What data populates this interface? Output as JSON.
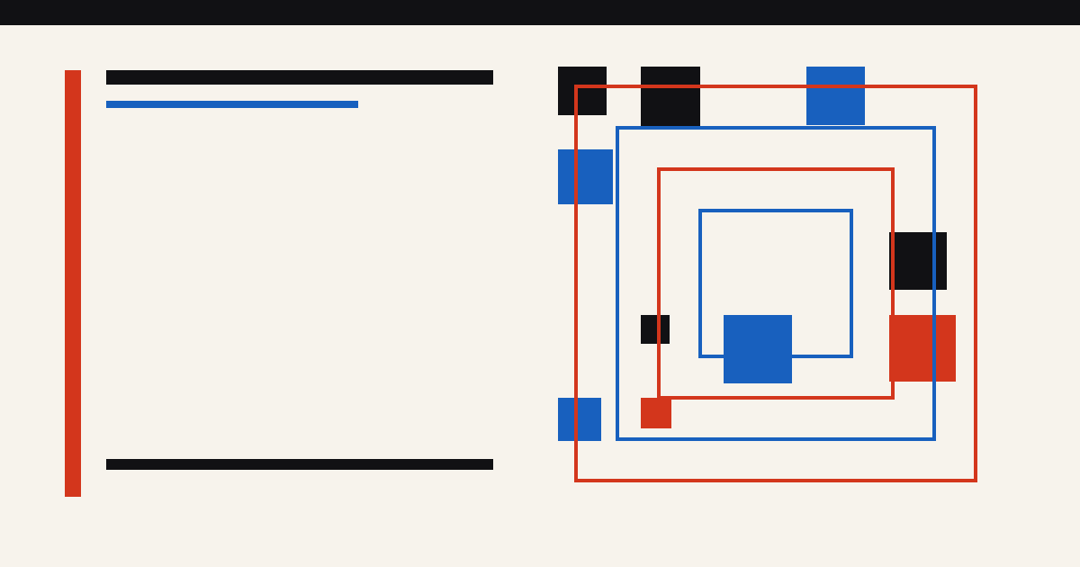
{
  "colors": {
    "background": "#f7f3ec",
    "ink": "#111114",
    "red": "#d3361c",
    "blue": "#1860be"
  },
  "graphic": {
    "style": "concentric squares with scattered blocks",
    "ring_colors": [
      "red",
      "blue",
      "red",
      "blue"
    ],
    "block_colors": [
      "ink",
      "ink",
      "blue",
      "blue",
      "ink",
      "ink",
      "blue",
      "red",
      "blue",
      "red"
    ]
  }
}
